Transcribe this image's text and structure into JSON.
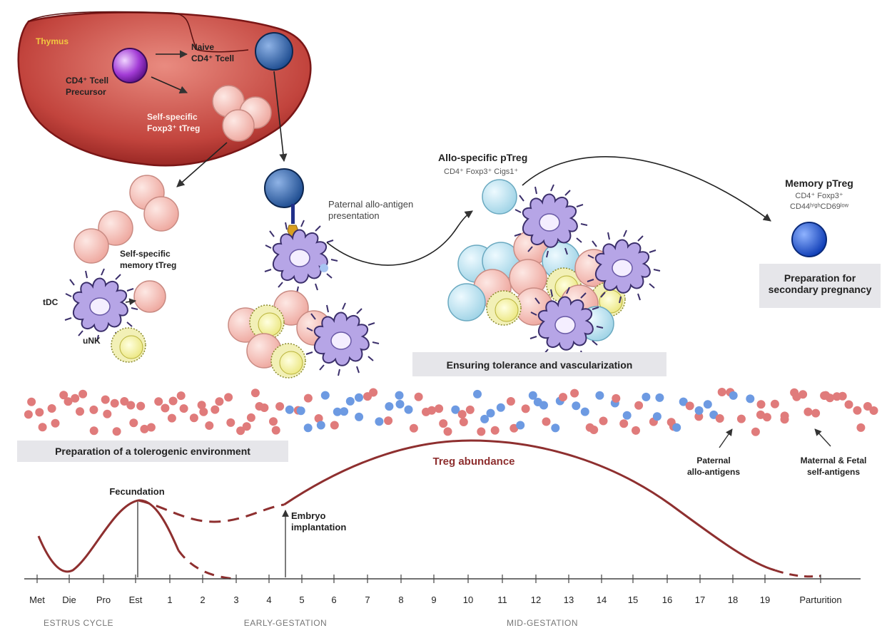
{
  "thymus": {
    "label": "Thymus",
    "precursor": "CD4⁺ Tcell Precursor",
    "naive": "Naive CD4⁺ Tcell",
    "self_treg": "Self-specific Foxp3⁺ tTreg"
  },
  "labels": {
    "self_memory": "Self-specific memory tTreg",
    "tdc": "tDC",
    "unk": "uNK",
    "presentation": "Paternal allo-antigen presentation",
    "allo_title": "Allo-specific pTreg",
    "allo_markers": "CD4⁺ Foxp3⁺ Cigs1⁺",
    "memory_title": "Memory pTreg",
    "memory_markers_1": "CD4⁺ Foxp3⁺",
    "memory_markers_2": "CD44ʰⁱᵍʰCD69ˡᵒʷ"
  },
  "boxes": {
    "tolerance": "Ensuring tolerance and vascularization",
    "secondary": "Preparation for secondary pregnancy",
    "tolerogenic": "Preparation of a tolerogenic environment"
  },
  "antigens": {
    "paternal": "Paternal allo-antigens",
    "self": "Maternal & Fetal self-antigens"
  },
  "timeline": {
    "treg_abundance": "Treg abundance",
    "fecundation": "Fecundation",
    "implantation": "Embryo implantation",
    "ticks": [
      "Met",
      "Die",
      "Pro",
      "Est",
      "1",
      "2",
      "3",
      "4",
      "5",
      "6",
      "7",
      "8",
      "9",
      "10",
      "11",
      "12",
      "13",
      "14",
      "15",
      "16",
      "17",
      "18",
      "19",
      "Parturition"
    ],
    "phases": [
      "ESTRUS CYCLE",
      "EARLY-GESTATION",
      "MID-GESTATION"
    ]
  },
  "colors": {
    "curve": "#8e2f2f",
    "pink_cell": "#f5c0b8",
    "blue_cell": "#c9e9f3",
    "dc_purple": "#b8a8e2",
    "unk_yellow": "#f4f2a6",
    "red_dot": "#e07b7b",
    "blue_dot": "#6d9ae2",
    "box_bg": "#e6e6ea"
  }
}
